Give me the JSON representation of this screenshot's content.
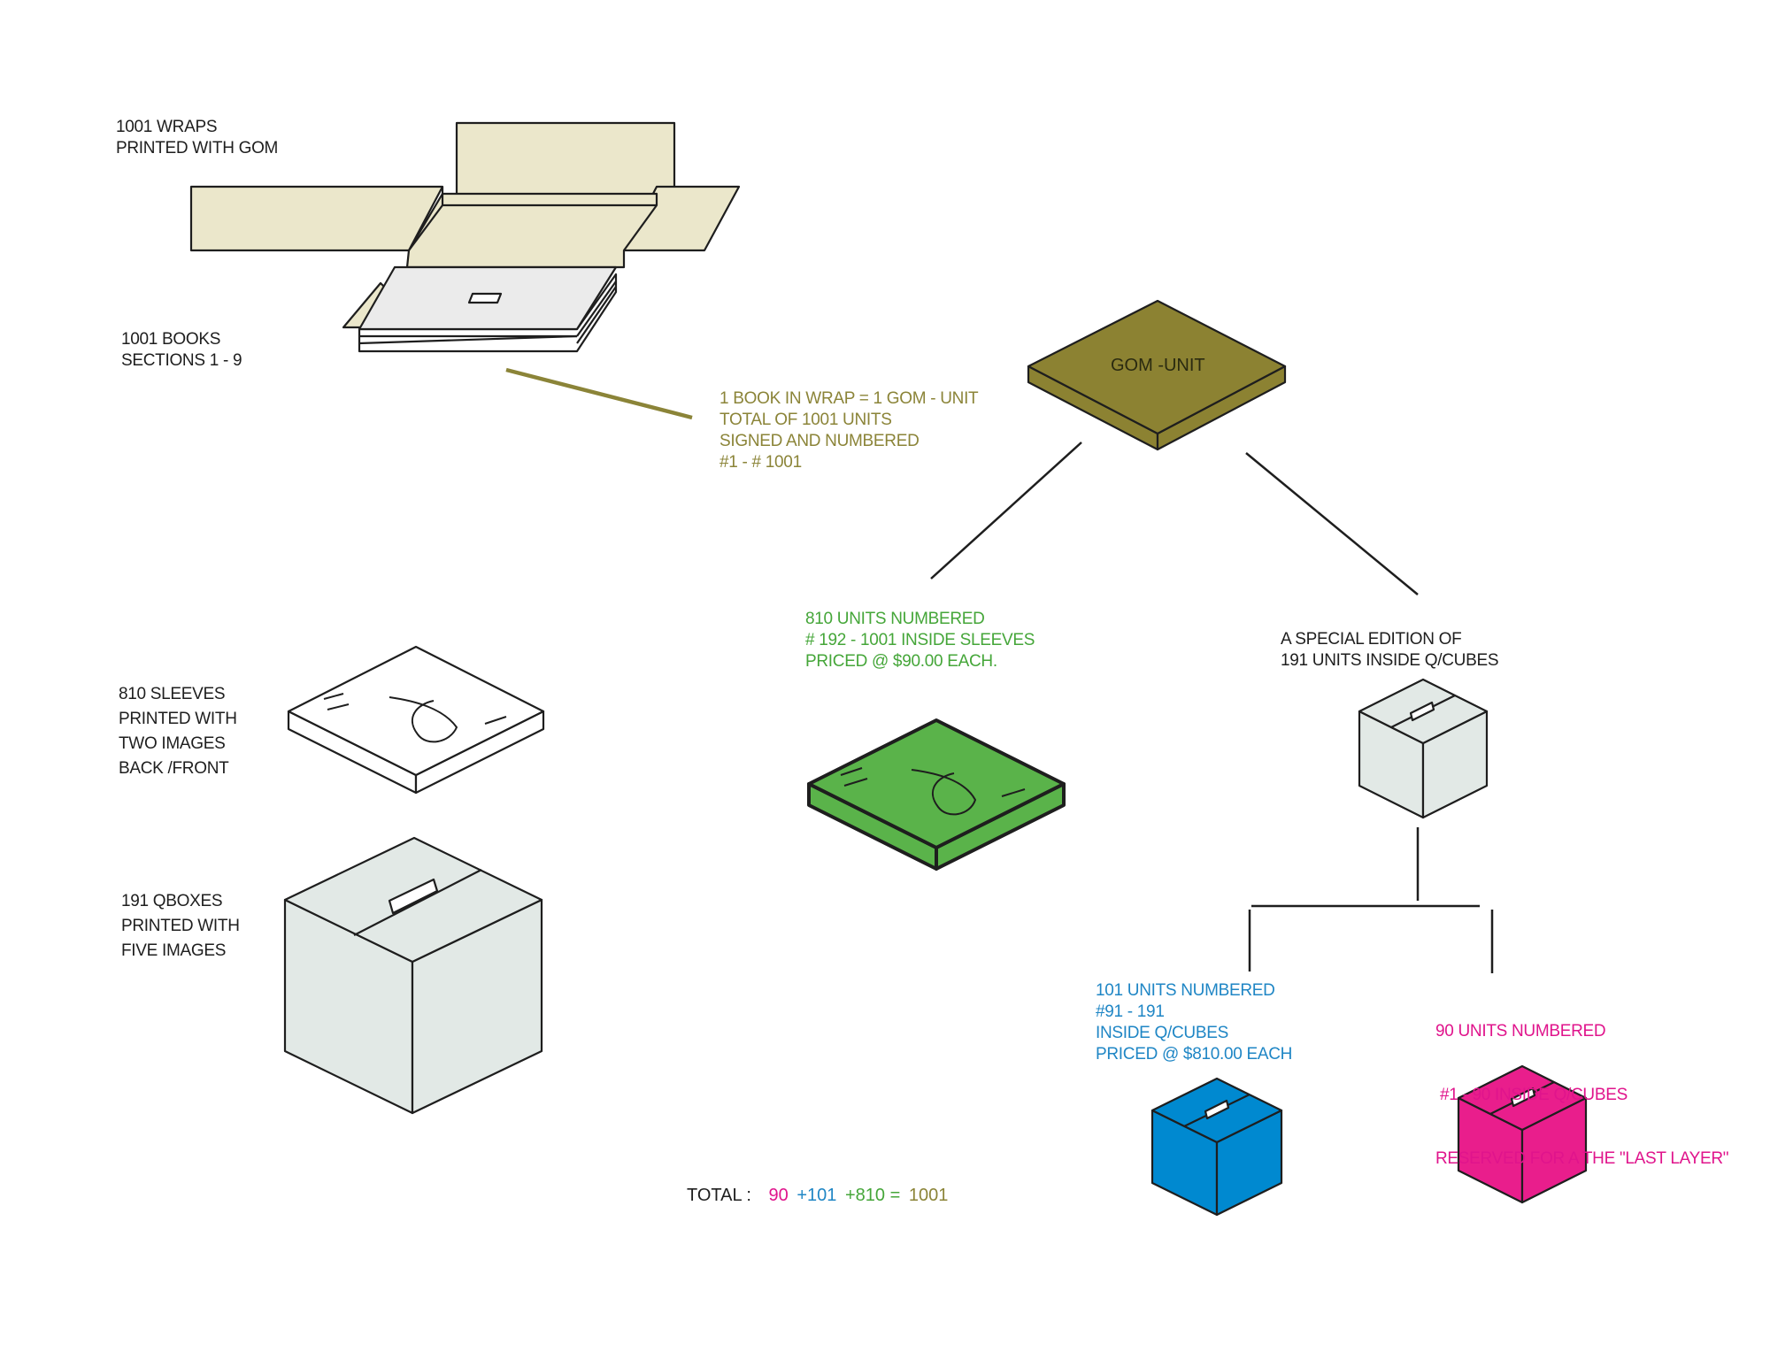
{
  "colors": {
    "olive": "#8b8438",
    "gom_fill": "#8c8232",
    "green": "#45a639",
    "sleeve_green": "#5ab34a",
    "blue": "#1f86c5",
    "blue_fill": "#0089d0",
    "pink": "#e0148c",
    "pink_fill": "#e91e8c",
    "wrap_fill": "#ebe7cb",
    "box_fill": "#e2e9e6"
  },
  "labels": {
    "wraps": [
      "1001 WRAPS",
      "PRINTED WITH  GOM"
    ],
    "books": [
      "1001 BOOKS",
      "SECTIONS 1 - 9"
    ],
    "sleeves": [
      "810  SLEEVES",
      "PRINTED WITH",
      "TWO IMAGES",
      "BACK /FRONT"
    ],
    "qboxes": [
      "191 QBOXES",
      "PRINTED WITH",
      "FIVE IMAGES"
    ],
    "gom_unit": "GOM -UNIT",
    "unit_info": [
      "1 BOOK IN WRAP = 1  GOM - UNIT",
      "TOTAL OF 1001 UNITS",
      "SIGNED AND NUMBERED",
      "#1 - # 1001"
    ],
    "sleeve_branch": [
      "810 UNITS  NUMBERED",
      "# 192 - 1001 INSIDE SLEEVES",
      "PRICED @ $90.00  EACH."
    ],
    "special_edition": [
      "A SPECIAL EDITION OF",
      "191 UNITS  INSIDE Q/CUBES"
    ],
    "blue_branch": [
      "101 UNITS NUMBERED",
      "#91 - 191",
      "INSIDE Q/CUBES",
      "PRICED @ $810.00 EACH"
    ],
    "pink_branch": [
      "90 UNITS NUMBERED",
      " #1 - 90 INSIDE Q/CUBES",
      "RESERVED FOR A THE \"LAST LAYER\""
    ]
  },
  "total": {
    "label": "TOTAL :",
    "pink_part": "90",
    "blue_part": "+101",
    "green_part": "+810 =",
    "result": "1001"
  }
}
